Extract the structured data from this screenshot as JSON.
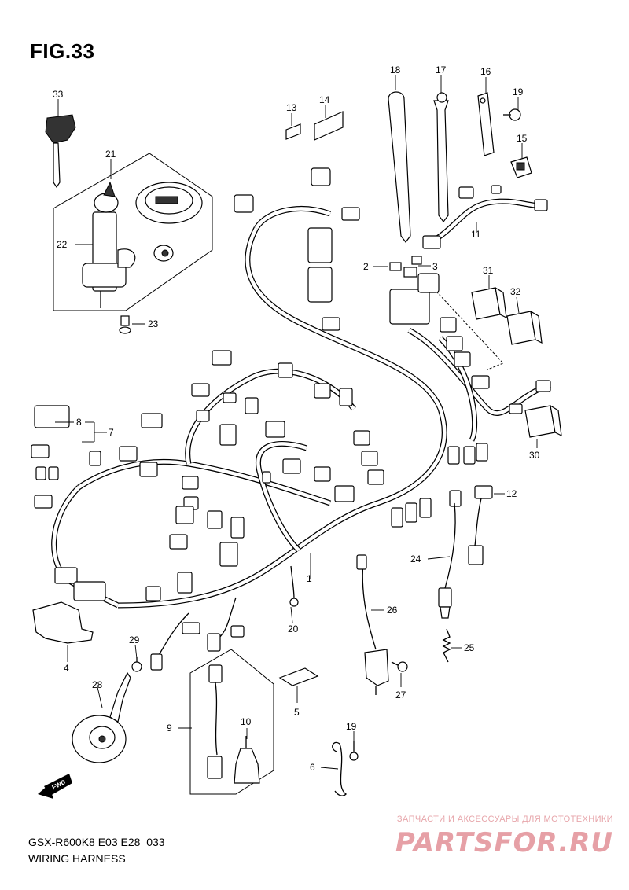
{
  "header": {
    "figure_title": "FIG.33"
  },
  "footer": {
    "model_code": "GSX-R600K8 E03 E28_033",
    "subtitle": "WIRING HARNESS"
  },
  "watermark": {
    "tagline": "ЗАПЧАСТИ И АКСЕССУАРЫ ДЛЯ МОТОТЕХНИКИ",
    "logo_text": "PARTSFOR.RU"
  },
  "callouts": {
    "c1": "1",
    "c2": "2",
    "c3": "3",
    "c4": "4",
    "c5": "5",
    "c6": "6",
    "c7": "7",
    "c8": "8",
    "c9": "9",
    "c10": "10",
    "c11": "11",
    "c12": "12",
    "c13": "13",
    "c14": "14",
    "c15": "15",
    "c16": "16",
    "c17": "17",
    "c18": "18",
    "c19a": "19",
    "c19b": "19",
    "c20": "20",
    "c21": "21",
    "c22": "22",
    "c23": "23",
    "c24": "24",
    "c25": "25",
    "c26": "26",
    "c27": "27",
    "c28": "28",
    "c29": "29",
    "c30": "30",
    "c31": "31",
    "c32": "32",
    "c33": "33"
  },
  "badges": {
    "fwd": "FWD"
  }
}
